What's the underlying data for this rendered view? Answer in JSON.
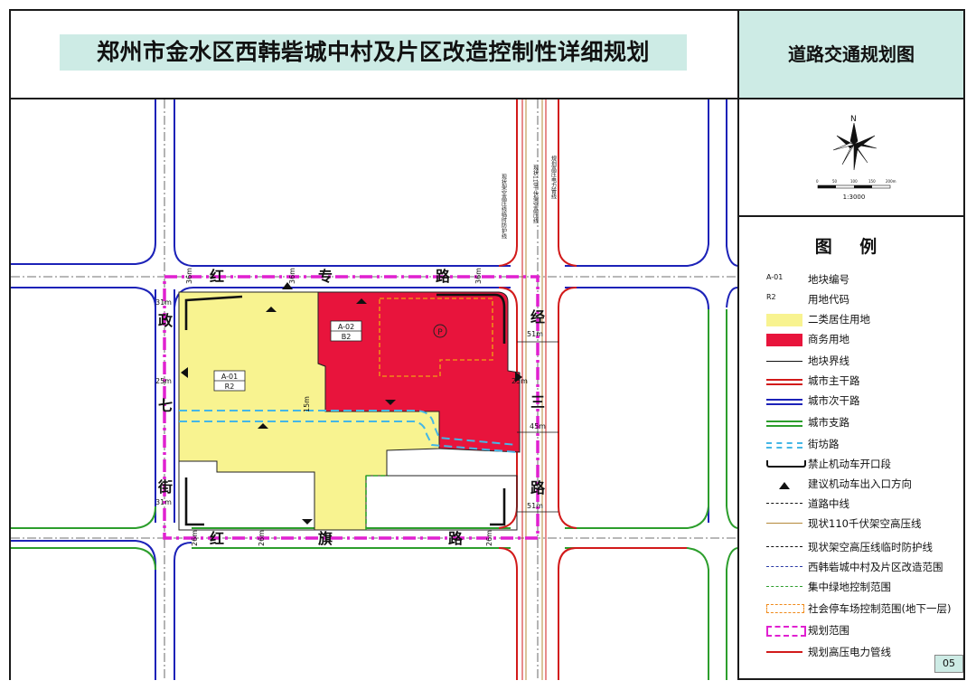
{
  "header": {
    "title": "郑州市金水区西韩砦城中村及片区改造控制性详细规划",
    "subtitle": "道路交通规划图"
  },
  "colors": {
    "panel_bg": "#cdebe5",
    "residential": "#f8f390",
    "commercial": "#e8143c",
    "main_road": "#d21a1a",
    "secondary_road": "#1c22b8",
    "branch_road": "#2c9e2c",
    "planning_boundary": "#e020d0",
    "block_street": "#45b7e6",
    "parking_boundary": "#f08a1a"
  },
  "map": {
    "street_chars": {
      "hong_zhuan_road": [
        "红",
        "专",
        "路"
      ],
      "zheng_qi_street": [
        "政",
        "七",
        "街"
      ],
      "jing_san_road": [
        "经",
        "三",
        "路"
      ],
      "hong_qi_road": [
        "红",
        "旗",
        "路"
      ]
    },
    "road_widths": {
      "top_left": "36m",
      "top_right": "36m",
      "top_mid": "36m",
      "left_upper": "31m",
      "left_mid": "25m",
      "left_lower": "31m",
      "right_upper": "51m",
      "right_mid": "25m",
      "right_lower_mid": "45m",
      "right_lower": "51m",
      "bottom_left": "26m",
      "bottom_mid": "26m",
      "bottom_right": "26m",
      "inner": "15m"
    },
    "blocks": [
      {
        "code": "A-01",
        "land_use": "R2"
      },
      {
        "code": "A-02",
        "land_use": "B2"
      }
    ],
    "parking_symbol": "P",
    "vertical_notes": [
      "现状架空高压线临时防护线",
      "现状110千伏架空高压线",
      "规划高压电力管线"
    ]
  },
  "compass": {
    "north_label": "N",
    "scale_ticks": [
      "0",
      "50",
      "100",
      "150",
      "200m"
    ],
    "scale_text": "1:3000"
  },
  "legend": {
    "title": "图  例",
    "items": [
      {
        "symbol": "A-01",
        "label": "地块编号"
      },
      {
        "symbol": "R2",
        "label": "用地代码"
      },
      {
        "symbol": "",
        "label": "二类居住用地"
      },
      {
        "symbol": "",
        "label": "商务用地"
      },
      {
        "symbol": "",
        "label": "地块界线"
      },
      {
        "symbol": "",
        "label": "城市主干路"
      },
      {
        "symbol": "",
        "label": "城市次干路"
      },
      {
        "symbol": "",
        "label": "城市支路"
      },
      {
        "symbol": "",
        "label": "街坊路"
      },
      {
        "symbol": "",
        "label": "禁止机动车开口段"
      },
      {
        "symbol": "",
        "label": "建议机动车出入口方向"
      },
      {
        "symbol": "",
        "label": "道路中线"
      },
      {
        "symbol": "",
        "label": "现状110千伏架空高压线"
      },
      {
        "symbol": "",
        "label": "现状架空高压线临时防护线"
      },
      {
        "symbol": "",
        "label": "西韩砦城中村及片区改造范围"
      },
      {
        "symbol": "",
        "label": "集中绿地控制范围"
      },
      {
        "symbol": "",
        "label": "社会停车场控制范围(地下一层)"
      },
      {
        "symbol": "",
        "label": "规划范围"
      },
      {
        "symbol": "",
        "label": "规划高压电力管线"
      }
    ]
  },
  "page": {
    "number": "05"
  }
}
